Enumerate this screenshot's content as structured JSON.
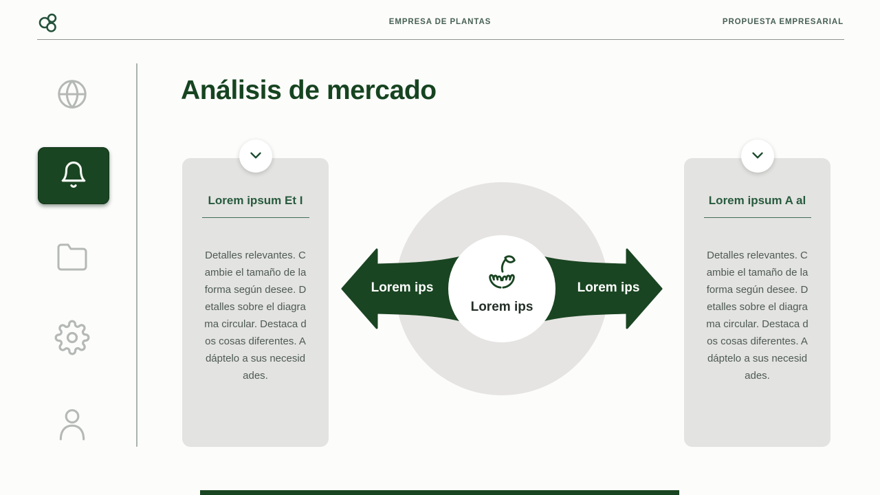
{
  "colors": {
    "primary_green": "#1a4522",
    "title_green": "#164420",
    "card_title_green": "#275a3d",
    "header_text_green_gray": "#476053",
    "body_text": "#4e5a53",
    "card_bg": "#e3e3e1",
    "donut_gray": "#e5e4e2",
    "sidebar_icon_gray": "#b5b9b6",
    "arrow_label_white": "#ffffff"
  },
  "header": {
    "logo_icon": "three-circles-logo",
    "brand_center": "EMPRESA DE PLANTAS",
    "brand_right": "PROPUESTA EMPRESARIAL"
  },
  "sidebar": {
    "items": [
      {
        "icon": "globe-icon",
        "active": false
      },
      {
        "icon": "bell-icon",
        "active": true
      },
      {
        "icon": "folder-icon",
        "active": false
      },
      {
        "icon": "gear-icon",
        "active": false
      },
      {
        "icon": "user-icon",
        "active": false
      }
    ]
  },
  "main": {
    "title": "Análisis de mercado",
    "cards": {
      "left": {
        "collapse_icon": "chevron-down-icon",
        "title": "Lorem ipsum Et I",
        "body_lines": [
          "Detalles relevantes. C",
          "ambie el tamaño de la",
          "forma según desee. D",
          "etalles sobre el diagra",
          "ma circular. Destaca d",
          "os cosas diferentes. A",
          "dáptelo a sus necesid",
          "ades."
        ]
      },
      "right": {
        "collapse_icon": "chevron-down-icon",
        "title": "Lorem ipsum A al",
        "body_lines": [
          "Detalles relevantes. C",
          "ambie el tamaño de la",
          "forma según desee. D",
          "etalles sobre el diagra",
          "ma circular. Destaca d",
          "os cosas diferentes. A",
          "dáptelo a sus necesid",
          "ades."
        ]
      }
    },
    "diagram": {
      "center_icon": "hands-holding-plant-icon",
      "center_label": "Lorem ips",
      "left_arrow_label": "Lorem ips",
      "right_arrow_label": "Lorem ips"
    }
  }
}
